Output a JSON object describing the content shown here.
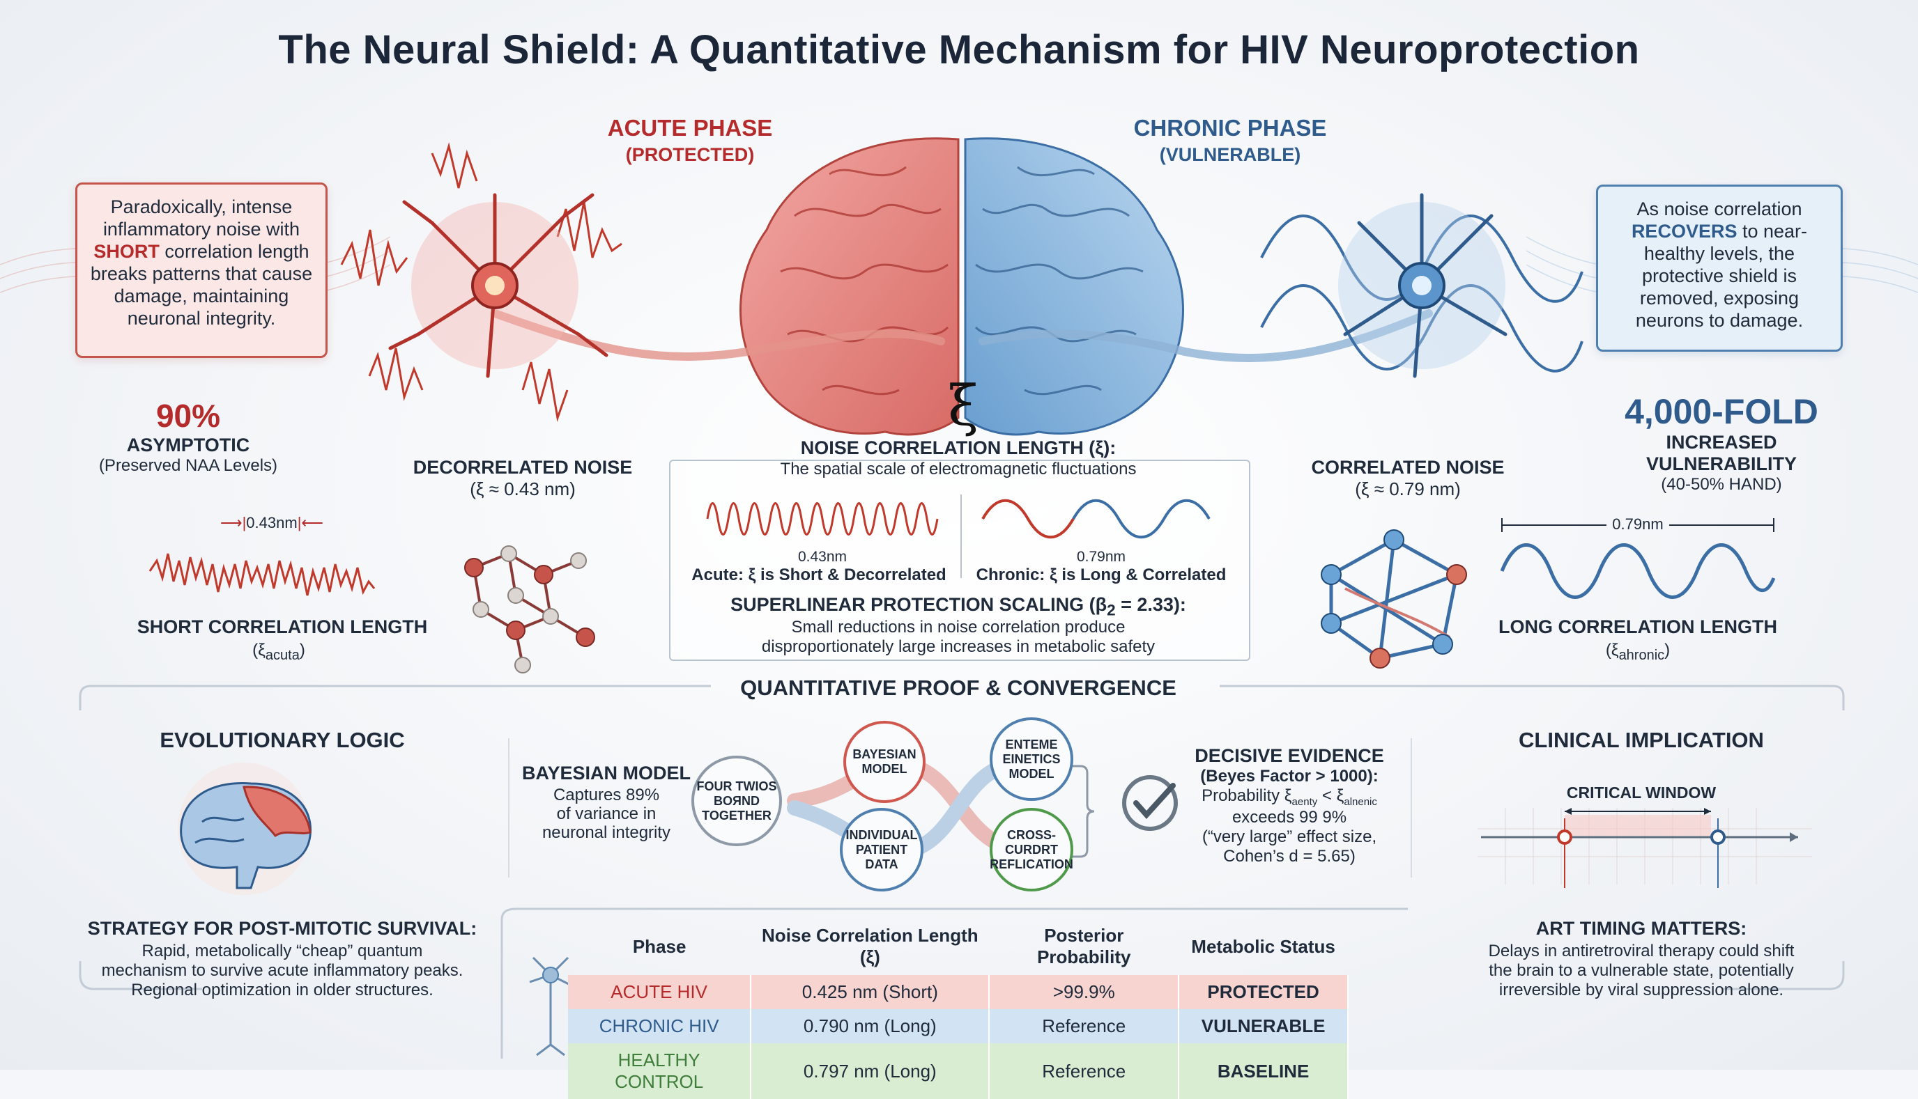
{
  "title": "The Neural Shield: A Quantitative Mechanism for HIV Neuroprotection",
  "acute": {
    "phase_title": "ACUTE PHASE",
    "phase_sub": "(PROTECTED)",
    "callout_pre": "Paradoxically, intense inflammatory noise with ",
    "callout_highlight": "SHORT",
    "callout_post": " correlation length breaks patterns that cause damage, maintaining neuronal integrity.",
    "stat_value": "90%",
    "stat_label": "ASYMPTOTIC",
    "stat_sub": "(Preserved NAA Levels)",
    "noise_label": "DECORRELATED NOISE",
    "noise_xi": "(ξ ≈ 0.43 nm)",
    "wave_scale": "0.43nm",
    "length_label": "SHORT CORRELATION LENGTH",
    "length_sym": "(ξ",
    "length_sub": "acuta",
    "length_end": ")"
  },
  "chronic": {
    "phase_title": "CHRONIC PHASE",
    "phase_sub": "(VULNERABLE)",
    "callout_pre": "As noise correlation ",
    "callout_highlight": "RECOVERS",
    "callout_post": " to near-healthy levels, the protective shield is removed, exposing neurons to damage.",
    "stat_value": "4,000-FOLD",
    "stat_label1": "INCREASED",
    "stat_label2": "VULNERABILITY",
    "stat_sub": "(40-50% HAND)",
    "noise_label": "CORRELATED NOISE",
    "noise_xi": "(ξ ≈ 0.79 nm)",
    "wave_scale": "0.79nm",
    "length_label": "LONG CORRELATION LENGTH",
    "length_sym": "(ξ",
    "length_sub": "ahronic",
    "length_end": ")"
  },
  "center": {
    "xi_symbol": "ξ",
    "head": "NOISE CORRELATION LENGTH (ξ):",
    "sub": "The spatial scale of electromagnetic fluctuations",
    "acute_scale": "0.43nm",
    "chronic_scale": "0.79nm",
    "acute_caption": "Acute: ξ is Short & Decorrelated",
    "chronic_caption": "Chronic: ξ is Long & Correlated",
    "scaling_head": "SUPERLINEAR PROTECTION SCALING (β",
    "scaling_sub": "2",
    "scaling_end": " = 2.33):",
    "scaling_text1": "Small reductions in noise correlation produce",
    "scaling_text2": "disproportionately large increases in metabolic safety"
  },
  "proof_title": "QUANTITATIVE PROOF & CONVERGENCE",
  "evolution": {
    "head": "EVOLUTIONARY LOGIC",
    "strategy_head": "STRATEGY FOR POST-MITOTIC SURVIVAL:",
    "strategy_text1": "Rapid, metabolically “cheap” quantum",
    "strategy_text2": "mechanism to survive acute inflammatory peaks.",
    "strategy_text3": "Regional optimization in older structures."
  },
  "bayes": {
    "head": "BAYESIAN MODEL",
    "text1": "Captures 89%",
    "text2": "of variance in",
    "text3": "neuronal integrity",
    "node_center": "FOUR TWIOS BOЯND TOGETHER",
    "node_bayes": "BAYESIAN MODEL",
    "node_kinetics": "ENTEME EINETICS MODEL",
    "node_patient": "INDIVIDUAL PATIENT DATA",
    "node_cross": "CROSS-CURDRT REFLICATION"
  },
  "evidence": {
    "head": "DECISIVE EVIDENCE",
    "line1": "(Beyes Factor > 1000):",
    "line2": "Probability ξ",
    "line2_sub1": "aenty",
    "line2_mid": " < ξ",
    "line2_sub2": "alnenic",
    "line3": "exceeds 99 9%",
    "line4": "(“very large” effect size,",
    "line5": "Cohen’s d = 5.65)"
  },
  "clinical": {
    "head": "CLINICAL IMPLICATION",
    "window": "CRITICAL WINDOW",
    "art_head": "ART TIMING MATTERS:",
    "art_text1": "Delays in antiretroviral therapy could shift",
    "art_text2": "the brain to a vulnerable state, potentially",
    "art_text3": "irreversible by viral suppression alone."
  },
  "table": {
    "headers": [
      "Phase",
      "Noise Correlation Length (ξ)",
      "Posterior Probability",
      "Metabolic Status"
    ],
    "rows": [
      [
        "ACUTE HIV",
        "0.425 nm (Short)",
        ">99.9%",
        "PROTECTED"
      ],
      [
        "CHRONIC HIV",
        "0.790 nm (Long)",
        "Reference",
        "VULNERABLE"
      ],
      [
        "HEALTHY CONTROL",
        "0.797 nm (Long)",
        "Reference",
        "BASELINE"
      ]
    ]
  },
  "colors": {
    "acute": "#c0392b",
    "chronic": "#3b6ea5",
    "healthy": "#4f9a4a",
    "dark_text": "#1b2639"
  },
  "icons": [
    "neuron-red-icon",
    "neuron-blue-icon",
    "brain-icon",
    "molecule-red-icon",
    "molecule-blue-icon",
    "checkmark-icon",
    "side-brain-icon",
    "neuron-small-icon"
  ]
}
